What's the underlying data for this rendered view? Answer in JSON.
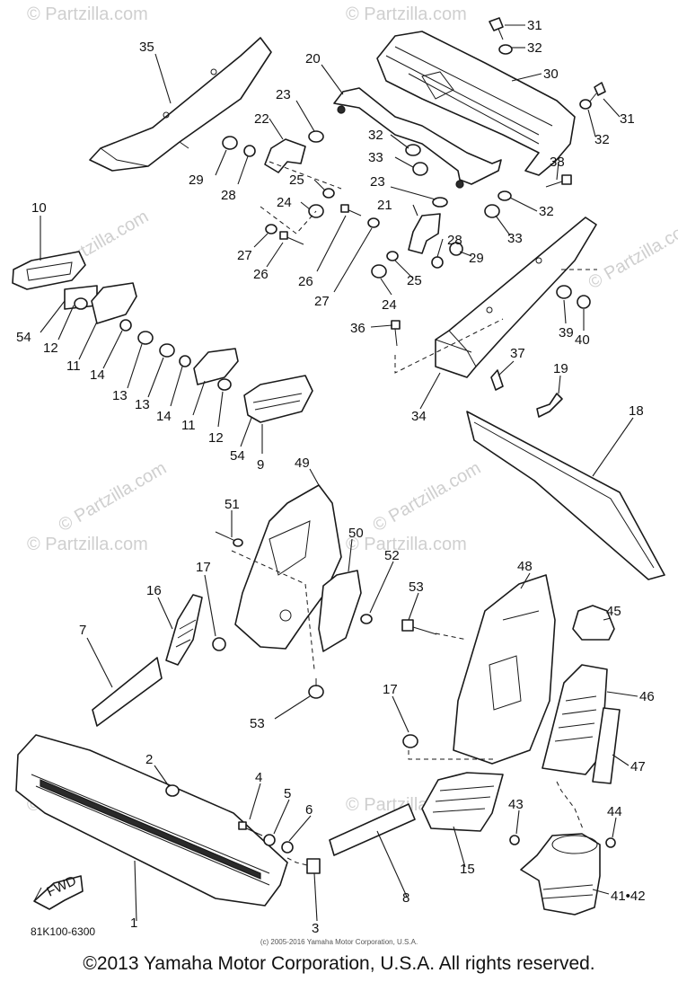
{
  "diagram": {
    "code": "81K100-6300",
    "fwd_label": "FWD",
    "watermark": "© Partzilla.com",
    "small_copyright": "(c) 2005-2016 Yamaha Motor Corporation, U.S.A.",
    "copyright": "©2013 Yamaha Motor Corporation, U.S.A. All rights reserved."
  },
  "callouts": [
    {
      "id": "c35",
      "text": "35"
    },
    {
      "id": "c20",
      "text": "20"
    },
    {
      "id": "c31a",
      "text": "31"
    },
    {
      "id": "c32a",
      "text": "32"
    },
    {
      "id": "c30",
      "text": "30"
    },
    {
      "id": "c31b",
      "text": "31"
    },
    {
      "id": "c32b",
      "text": "32"
    },
    {
      "id": "c23a",
      "text": "23"
    },
    {
      "id": "c22",
      "text": "22"
    },
    {
      "id": "c29a",
      "text": "29"
    },
    {
      "id": "c28a",
      "text": "28"
    },
    {
      "id": "c32c",
      "text": "32"
    },
    {
      "id": "c33a",
      "text": "33"
    },
    {
      "id": "c38",
      "text": "38"
    },
    {
      "id": "c25a",
      "text": "25"
    },
    {
      "id": "c24a",
      "text": "24"
    },
    {
      "id": "c23b",
      "text": "23"
    },
    {
      "id": "c32d",
      "text": "32"
    },
    {
      "id": "c21",
      "text": "21"
    },
    {
      "id": "c33b",
      "text": "33"
    },
    {
      "id": "c27a",
      "text": "27"
    },
    {
      "id": "c26a",
      "text": "26"
    },
    {
      "id": "c28b",
      "text": "28"
    },
    {
      "id": "c29b",
      "text": "29"
    },
    {
      "id": "c26b",
      "text": "26"
    },
    {
      "id": "c27b",
      "text": "27"
    },
    {
      "id": "c24b",
      "text": "24"
    },
    {
      "id": "c25b",
      "text": "25"
    },
    {
      "id": "c10",
      "text": "10"
    },
    {
      "id": "c54a",
      "text": "54"
    },
    {
      "id": "c12a",
      "text": "12"
    },
    {
      "id": "c11a",
      "text": "11"
    },
    {
      "id": "c14a",
      "text": "14"
    },
    {
      "id": "c13a",
      "text": "13"
    },
    {
      "id": "c13b",
      "text": "13"
    },
    {
      "id": "c14b",
      "text": "14"
    },
    {
      "id": "c11b",
      "text": "11"
    },
    {
      "id": "c12b",
      "text": "12"
    },
    {
      "id": "c54b",
      "text": "54"
    },
    {
      "id": "c9",
      "text": "9"
    },
    {
      "id": "c36",
      "text": "36"
    },
    {
      "id": "c39",
      "text": "39"
    },
    {
      "id": "c40",
      "text": "40"
    },
    {
      "id": "c37",
      "text": "37"
    },
    {
      "id": "c19",
      "text": "19"
    },
    {
      "id": "c34",
      "text": "34"
    },
    {
      "id": "c18",
      "text": "18"
    },
    {
      "id": "c49",
      "text": "49"
    },
    {
      "id": "c51",
      "text": "51"
    },
    {
      "id": "c50",
      "text": "50"
    },
    {
      "id": "c52",
      "text": "52"
    },
    {
      "id": "c17a",
      "text": "17"
    },
    {
      "id": "c16",
      "text": "16"
    },
    {
      "id": "c7",
      "text": "7"
    },
    {
      "id": "c53a",
      "text": "53"
    },
    {
      "id": "c48",
      "text": "48"
    },
    {
      "id": "c45",
      "text": "45"
    },
    {
      "id": "c53b",
      "text": "53"
    },
    {
      "id": "c46",
      "text": "46"
    },
    {
      "id": "c17b",
      "text": "17"
    },
    {
      "id": "c47",
      "text": "47"
    },
    {
      "id": "c2",
      "text": "2"
    },
    {
      "id": "c4",
      "text": "4"
    },
    {
      "id": "c5",
      "text": "5"
    },
    {
      "id": "c6",
      "text": "6"
    },
    {
      "id": "c43",
      "text": "43"
    },
    {
      "id": "c44",
      "text": "44"
    },
    {
      "id": "c15",
      "text": "15"
    },
    {
      "id": "c8",
      "text": "8"
    },
    {
      "id": "c1",
      "text": "1"
    },
    {
      "id": "c3",
      "text": "3"
    },
    {
      "id": "c4142",
      "text": "41•42"
    }
  ]
}
